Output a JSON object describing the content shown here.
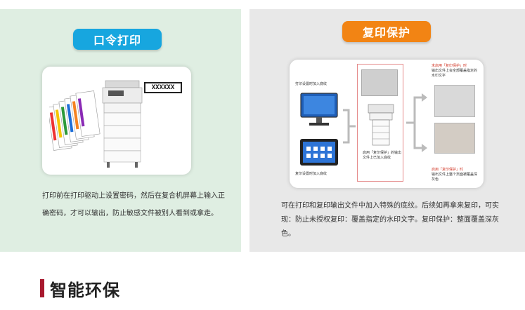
{
  "left_panel": {
    "title": "口令打印",
    "password_mask": "XXXXXX",
    "description": "打印前在打印驱动上设置密码，然后在复合机屏幕上输入正确密码，才可以输出，防止敏感文件被别人看到或拿走。"
  },
  "right_panel": {
    "title": "复印保护",
    "diagram": {
      "label_pc": "打印设置时加入底纹",
      "label_tablet": "复印设置时加入底纹",
      "label_center": "启用「复印保护」的输出文件上已加入底纹",
      "label_top_red": "未启用「复印保护」时",
      "label_top_black": "输出文件上会全部覆盖指定的水印文字",
      "label_bottom_red": "启用「复印保护」时",
      "label_bottom_black": "输出文件上整个页面被覆盖深灰色"
    },
    "description": "可在打印和复印输出文件中加入特殊的底纹。后续如再拿来复印，可实现：防止未授权复印：覆盖指定的水印文字。复印保护：整面覆盖深灰色。"
  },
  "section": {
    "title": "智能环保"
  },
  "colors": {
    "left_bg": "#dfeee2",
    "right_bg": "#e8e8e8",
    "blue_pill": "#17a6df",
    "orange_pill": "#f28414",
    "section_bar": "#a8192e"
  }
}
